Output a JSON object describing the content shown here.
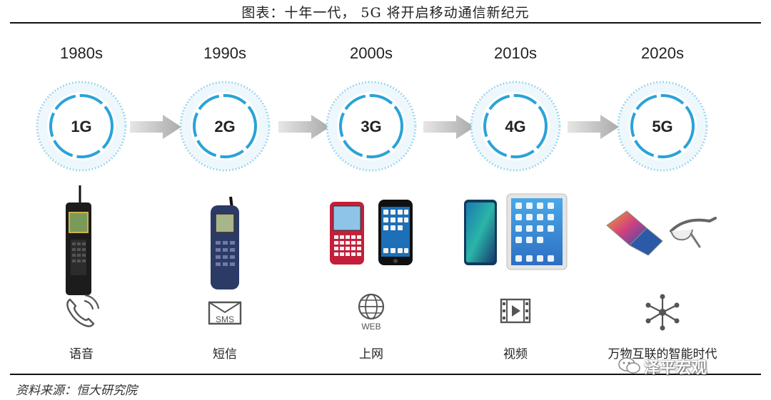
{
  "figure_title": "图表：十年一代， 5G 将开启移动通信新纪元",
  "source": "资料来源：恒大研究院",
  "watermark": "泽平宏观",
  "colors": {
    "accent_blue": "#29a3d8",
    "arrow_gray": "#b5b5b5",
    "rule": "#111111"
  },
  "generations": [
    {
      "decade": "1980s",
      "gen": "1G",
      "device": "brick-phone",
      "feature_icon": "phone-call-icon",
      "feature": "语音"
    },
    {
      "decade": "1990s",
      "gen": "2G",
      "device": "feature-phone",
      "feature_icon": "sms-icon",
      "feature": "短信"
    },
    {
      "decade": "2000s",
      "gen": "3G",
      "device": "qwerty-phone-and-smartphone",
      "feature_icon": "web-globe-icon",
      "feature": "上网"
    },
    {
      "decade": "2010s",
      "gen": "4G",
      "device": "smartphone-and-tablet",
      "feature_icon": "video-film-icon",
      "feature": "视频"
    },
    {
      "decade": "2020s",
      "gen": "5G",
      "device": "foldable-phone-and-smart-glasses",
      "feature_icon": "network-hub-icon",
      "feature": "万物互联的智能时代"
    }
  ],
  "feature_icon_text": {
    "sms": "SMS",
    "web": "WEB"
  }
}
